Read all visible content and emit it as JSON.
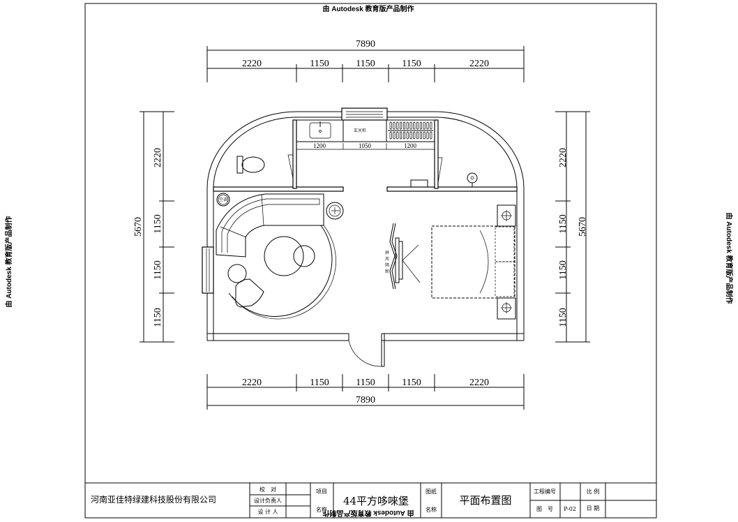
{
  "watermark": "由 Autodesk 教育版产品制作",
  "dimensions": {
    "top_total": "7890",
    "top_segments": [
      "2220",
      "1150",
      "1150",
      "1150",
      "2220"
    ],
    "bottom_total": "7890",
    "bottom_segments": [
      "2220",
      "1150",
      "1150",
      "1150",
      "2220"
    ],
    "left_total": "5670",
    "left_segments": [
      "2220",
      "1150",
      "1150",
      "1150"
    ],
    "right_total": "5670",
    "right_segments": [
      "2220",
      "1150",
      "1150",
      "1150"
    ],
    "counter_segments": [
      "1200",
      "1050",
      "1200"
    ]
  },
  "labels": {
    "entry_cabinet": "玄关柜",
    "air_conditioner": "空调",
    "screen_partition": [
      "屏",
      "风",
      "隔",
      "断"
    ]
  },
  "title_block": {
    "company": "河南亚佳特绿建科技股份有限公司",
    "check_label": "校　对",
    "design_lead_label": "设计负责人",
    "designer_label": "设 计 人",
    "project_label_1": "项目",
    "project_label_2": "名称",
    "project_name": "44平方哆唻堡",
    "drawing_label_1": "图纸",
    "drawing_label_2": "名称",
    "drawing_name": "平面布置图",
    "project_no_label": "工程编号",
    "drawing_no_label": "图　号",
    "drawing_no": "P-02",
    "scale_label": "比 例",
    "date_label": "日 期"
  }
}
